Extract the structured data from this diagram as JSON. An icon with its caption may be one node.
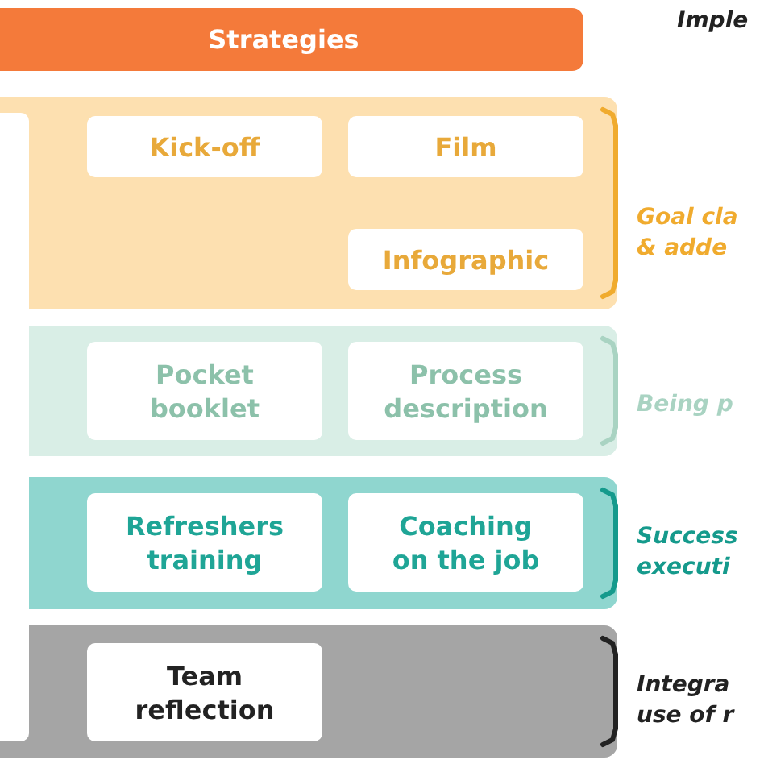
{
  "diagram": {
    "nodes": [
      {
        "text": [
          "Strategies"
        ]
      },
      {
        "text": [],
        "shape": "box",
        "beside": [
          "Goal cla",
          "& adde"
        ]
      },
      {
        "text": [
          "Kick-off"
        ],
        "in": 1
      },
      {
        "text": [
          "Film"
        ],
        "in": 1
      },
      {
        "text": [
          "Infographic"
        ],
        "in": 1
      },
      {
        "text": [],
        "shape": "box",
        "beside": [
          "Being p"
        ]
      },
      {
        "text": [
          "Pocket booklet"
        ],
        "in": 5
      },
      {
        "text": [
          "Process description"
        ],
        "in": 5
      },
      {
        "text": [],
        "shape": "box",
        "beside": [
          "Success",
          "executi"
        ]
      },
      {
        "text": [
          "Refreshers training"
        ],
        "in": 8
      },
      {
        "text": [
          "Coaching on the job"
        ],
        "in": 8
      },
      {
        "text": [],
        "shape": "box",
        "beside": [
          "Integra",
          "use of r"
        ]
      },
      {
        "text": [
          "Team reflection"
        ],
        "in": 11
      }
    ],
    "labels": [
      "Imple"
    ]
  }
}
